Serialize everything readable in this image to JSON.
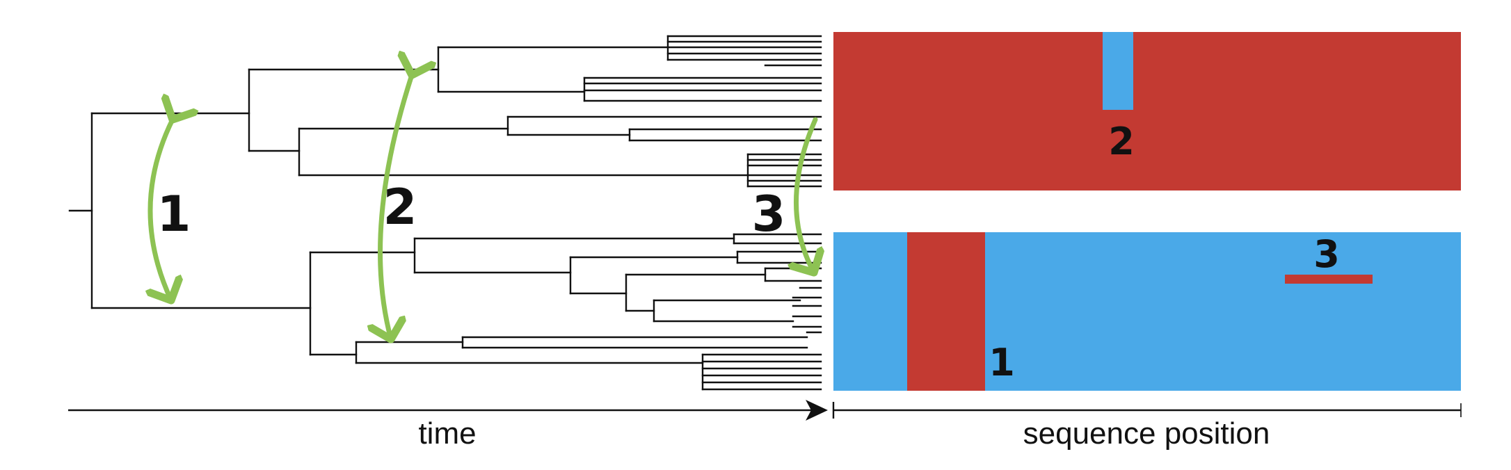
{
  "colors": {
    "red": "#c33a32",
    "blue": "#4aa9e8",
    "arrow_green": "#8dc253",
    "ink": "#111111"
  },
  "arrows": [
    {
      "label": "1",
      "icon": "curved-double-arrow-icon"
    },
    {
      "label": "2",
      "icon": "curved-double-arrow-icon"
    },
    {
      "label": "3",
      "icon": "curved-arrow-icon"
    }
  ],
  "panels": [
    {
      "name": "upper",
      "base_color": "red",
      "stripe_color": "blue",
      "stripe_label": "2"
    },
    {
      "name": "lower",
      "base_color": "blue",
      "stripe_color": "red",
      "stripe_label": "1",
      "segment_label": "3"
    }
  ],
  "axes": {
    "time_label": "time",
    "sequence_label": "sequence position"
  }
}
